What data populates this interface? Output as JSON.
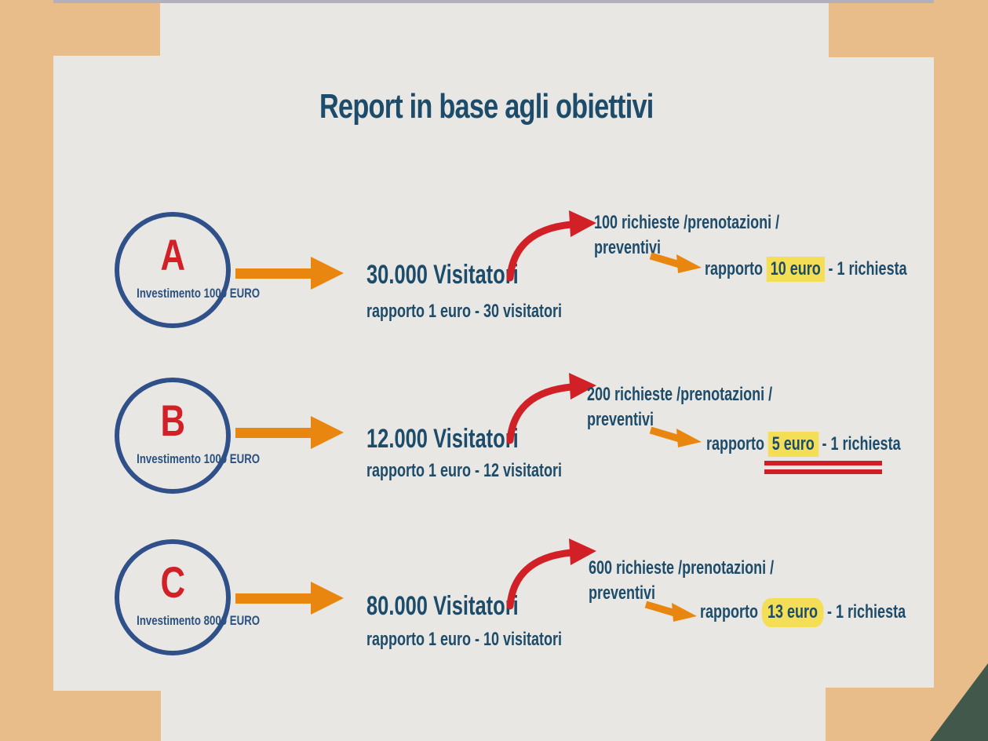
{
  "slide": {
    "title": "Report in base agli obiettivi"
  },
  "rows": [
    {
      "letter": "A",
      "investment": "Investimento 1000 EURO",
      "visitors": "30.000 Visitatori",
      "visitors_ratio": "rapporto 1 euro - 30 visitatori",
      "requests_line1": "100 richieste /prenotazioni /",
      "requests_line2": "preventivi",
      "rapporto_prefix": "rapporto",
      "rapporto_highlight": "10 euro",
      "rapporto_suffix": "- 1 richiesta"
    },
    {
      "letter": "B",
      "investment": "Investimento 1000 EURO",
      "visitors": "12.000 Visitatori",
      "visitors_ratio": "rapporto 1 euro - 12 visitatori",
      "requests_line1": "200 richieste /prenotazioni /",
      "requests_line2": "preventivi",
      "rapporto_prefix": "rapporto",
      "rapporto_highlight": "5 euro",
      "rapporto_suffix": "- 1 richiesta"
    },
    {
      "letter": "C",
      "investment": "Investimento 8000 EURO",
      "visitors": "80.000 Visitatori",
      "visitors_ratio": "rapporto 1 euro - 10 visitatori",
      "requests_line1": "600 richieste /prenotazioni /",
      "requests_line2": "preventivi",
      "rapporto_prefix": "rapporto",
      "rapporto_highlight": "13 euro",
      "rapporto_suffix": "- 1 richiesta"
    }
  ],
  "colors": {
    "frame_orange": "#e9bd8a",
    "card_gray": "#e9e7e4",
    "heading_teal": "#1d4c6a",
    "circle_navy": "#30508a",
    "accent_red": "#d22027",
    "arrow_orange": "#e8860f",
    "highlight_yellow": "#f3de55",
    "corner_green": "#42584a",
    "top_strip": "#b2b0bd"
  }
}
